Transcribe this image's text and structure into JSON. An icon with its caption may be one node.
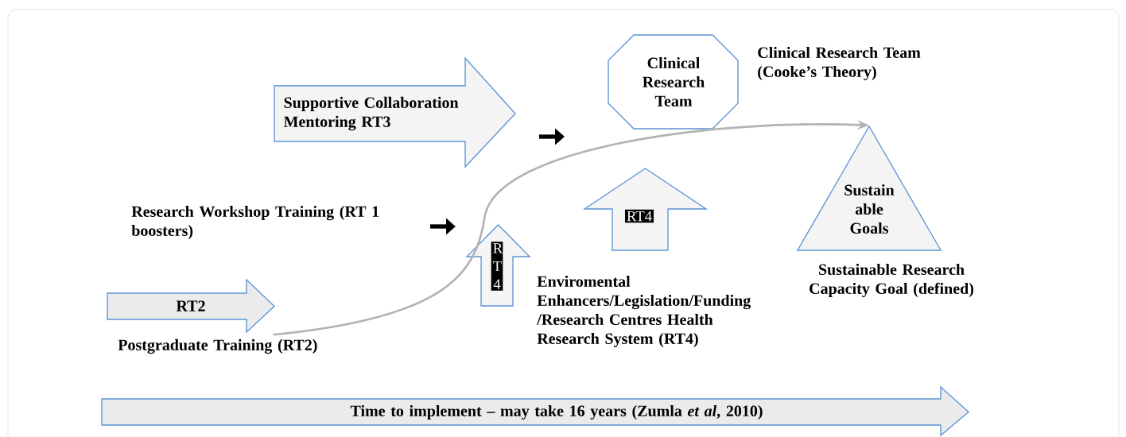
{
  "diagram": {
    "nodes": [
      {
        "text": [
          "Supportive Collaboration Mentoring RT3"
        ]
      },
      {
        "text": [
          "Clinical Research Team"
        ],
        "beside": [
          "Clinical Research Team (Cooke’s Theory)"
        ]
      },
      {
        "text": [
          "R T 4"
        ]
      },
      {
        "text": [
          "RT4"
        ]
      },
      {
        "text": [
          "Sustain able Goals"
        ],
        "beside": [
          "Sustainable Research Capacity Goal (defined)"
        ]
      },
      {
        "text": [
          "RT2"
        ],
        "beside": [
          "Postgraduate Training (RT2)"
        ]
      },
      {
        "text": [
          "Time to implement – may take 16 years (Zumla *et al*, 2010)"
        ]
      }
    ],
    "edges": [
      {
        "from": 5,
        "to": 4,
        "arrow": "to"
      }
    ],
    "labels": [
      "Research Workshop Training (RT 1 boosters)",
      "Enviromental Enhancers/Legislation/Funding /Research Centres Health Research System (RT4)"
    ]
  }
}
